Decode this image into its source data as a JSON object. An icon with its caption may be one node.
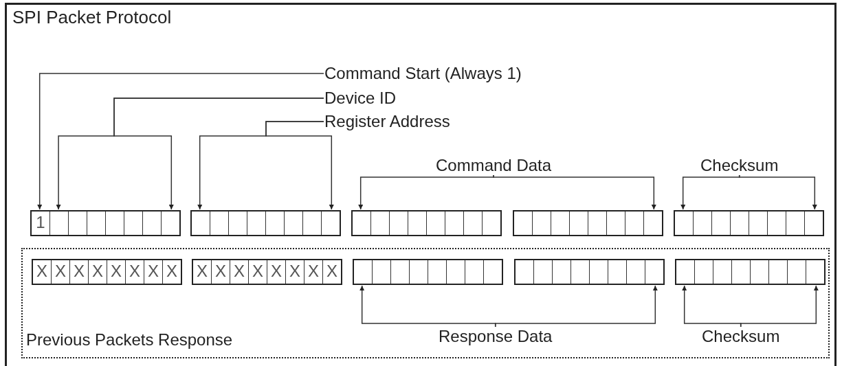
{
  "diagram": {
    "title": "SPI Packet Protocol",
    "nodes": [
      {
        "text": [
          "Command Start (Always 1)"
        ]
      },
      {
        "text": [
          "Device ID"
        ]
      },
      {
        "text": [
          "Register Address"
        ]
      },
      {
        "text": [
          "Command Data"
        ]
      },
      {
        "text": [
          "Checksum"
        ]
      },
      {
        "text": [
          "1"
        ]
      },
      {
        "text": [],
        "shape": "box"
      },
      {
        "text": [],
        "shape": "box"
      },
      {
        "text": [],
        "shape": "box"
      },
      {
        "text": [],
        "shape": "box"
      },
      {
        "text": [
          "Previous Packets Response"
        ]
      },
      {
        "text": [
          "X",
          "X",
          "X",
          "X",
          "X",
          "X",
          "X",
          "X"
        ],
        "in": 10
      },
      {
        "text": [
          "X",
          "X",
          "X",
          "X",
          "X",
          "X",
          "X",
          "X"
        ],
        "in": 10
      },
      {
        "text": [],
        "shape": "box",
        "in": 10
      },
      {
        "text": [],
        "shape": "box",
        "in": 10
      },
      {
        "text": [],
        "shape": "box",
        "in": 10
      },
      {
        "text": [
          "Response Data"
        ],
        "in": 10
      },
      {
        "text": [
          "Checksum"
        ],
        "in": 10
      }
    ],
    "edges": [
      {
        "from": 0,
        "to": 5,
        "arrow": "to"
      },
      {
        "from": 1,
        "to": 5,
        "arrow": "to"
      },
      {
        "from": 1,
        "to": 5,
        "arrow": "to"
      },
      {
        "from": 2,
        "to": 6,
        "arrow": "to"
      },
      {
        "from": 2,
        "to": 6,
        "arrow": "to"
      },
      {
        "from": 3,
        "to": 7,
        "arrow": "to"
      },
      {
        "from": 3,
        "to": 8,
        "arrow": "to"
      },
      {
        "from": 4,
        "to": 9,
        "arrow": "to"
      },
      {
        "from": 4,
        "to": 9,
        "arrow": "to"
      },
      {
        "from": 16,
        "to": 13,
        "arrow": "to"
      },
      {
        "from": 16,
        "to": 14,
        "arrow": "to"
      },
      {
        "from": 17,
        "to": 15,
        "arrow": "to"
      },
      {
        "from": 17,
        "to": 15,
        "arrow": "to"
      }
    ]
  }
}
